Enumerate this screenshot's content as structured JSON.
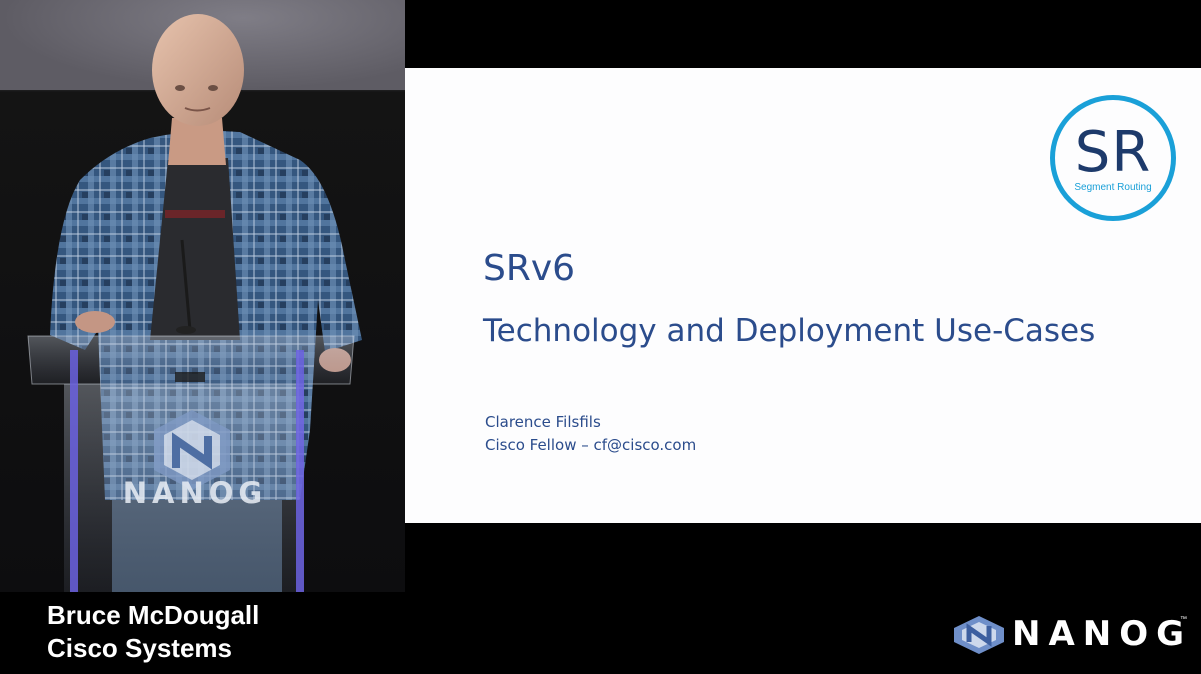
{
  "slide": {
    "logo": {
      "main": "SR",
      "sub": "Segment Routing"
    },
    "title": "SRv6",
    "subtitle": "Technology and Deployment Use-Cases",
    "author": "Clarence Filsfils",
    "contact": "Cisco Fellow – cf@cisco.com"
  },
  "lower_third": {
    "speaker_name": "Bruce McDougall",
    "speaker_org": "Cisco Systems"
  },
  "branding": {
    "podium_logo_text": "NANOG",
    "corner_logo_text": "NANOG",
    "trademark": "™"
  },
  "colors": {
    "slide_text": "#2b4c8c",
    "logo_ring": "#1aa0d8",
    "shirt_plaid": "#3a5f8a"
  }
}
